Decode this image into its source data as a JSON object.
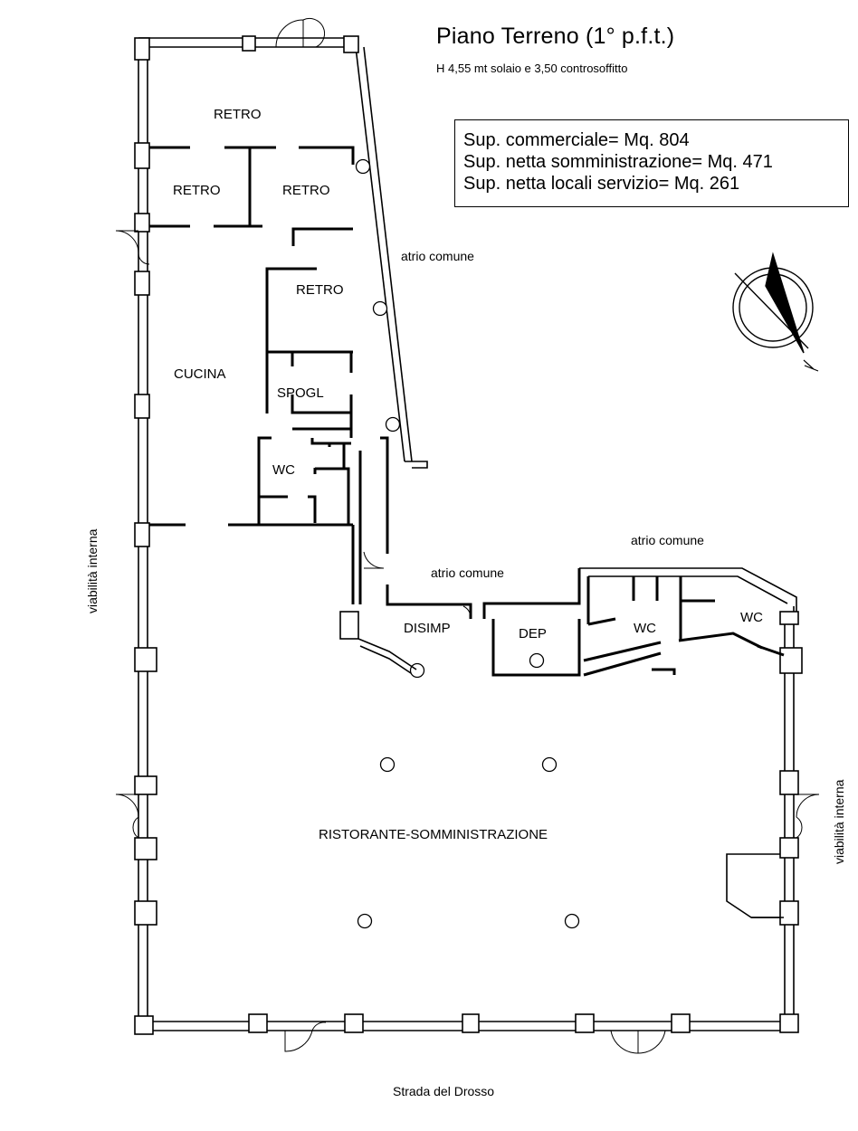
{
  "title": "Piano Terreno (1° p.f.t.)",
  "subtitle": "H 4,55 mt solaio e 3,50 controsoffitto",
  "areas": [
    "Sup. commerciale= Mq.  804",
    "Sup. netta somministrazione= Mq.  471",
    "Sup. netta locali servizio= Mq.  261"
  ],
  "rooms": {
    "retro_top": "RETRO",
    "retro_left": "RETRO",
    "retro_mid": "RETRO",
    "retro_lower": "RETRO",
    "cucina": "CUCINA",
    "spogl": "SPOGL",
    "wc_kitchen": "WC",
    "disimp": "DISIMP",
    "dep": "DEP",
    "wc_right_1": "WC",
    "wc_right_2": "WC",
    "ristorante": "RISTORANTE-SOMMINISTRAZIONE"
  },
  "labels": {
    "atrio_comune_1": "atrio  comune",
    "atrio_comune_2": "atrio  comune",
    "atrio_comune_3": "atrio  comune",
    "viabilita_left": "viabilità interna",
    "viabilita_right": "viabilità interna",
    "street": "Strada del Drosso",
    "north": "N"
  },
  "icons": [
    "north-arrow-icon",
    "door-swing-icon",
    "column-icon"
  ]
}
